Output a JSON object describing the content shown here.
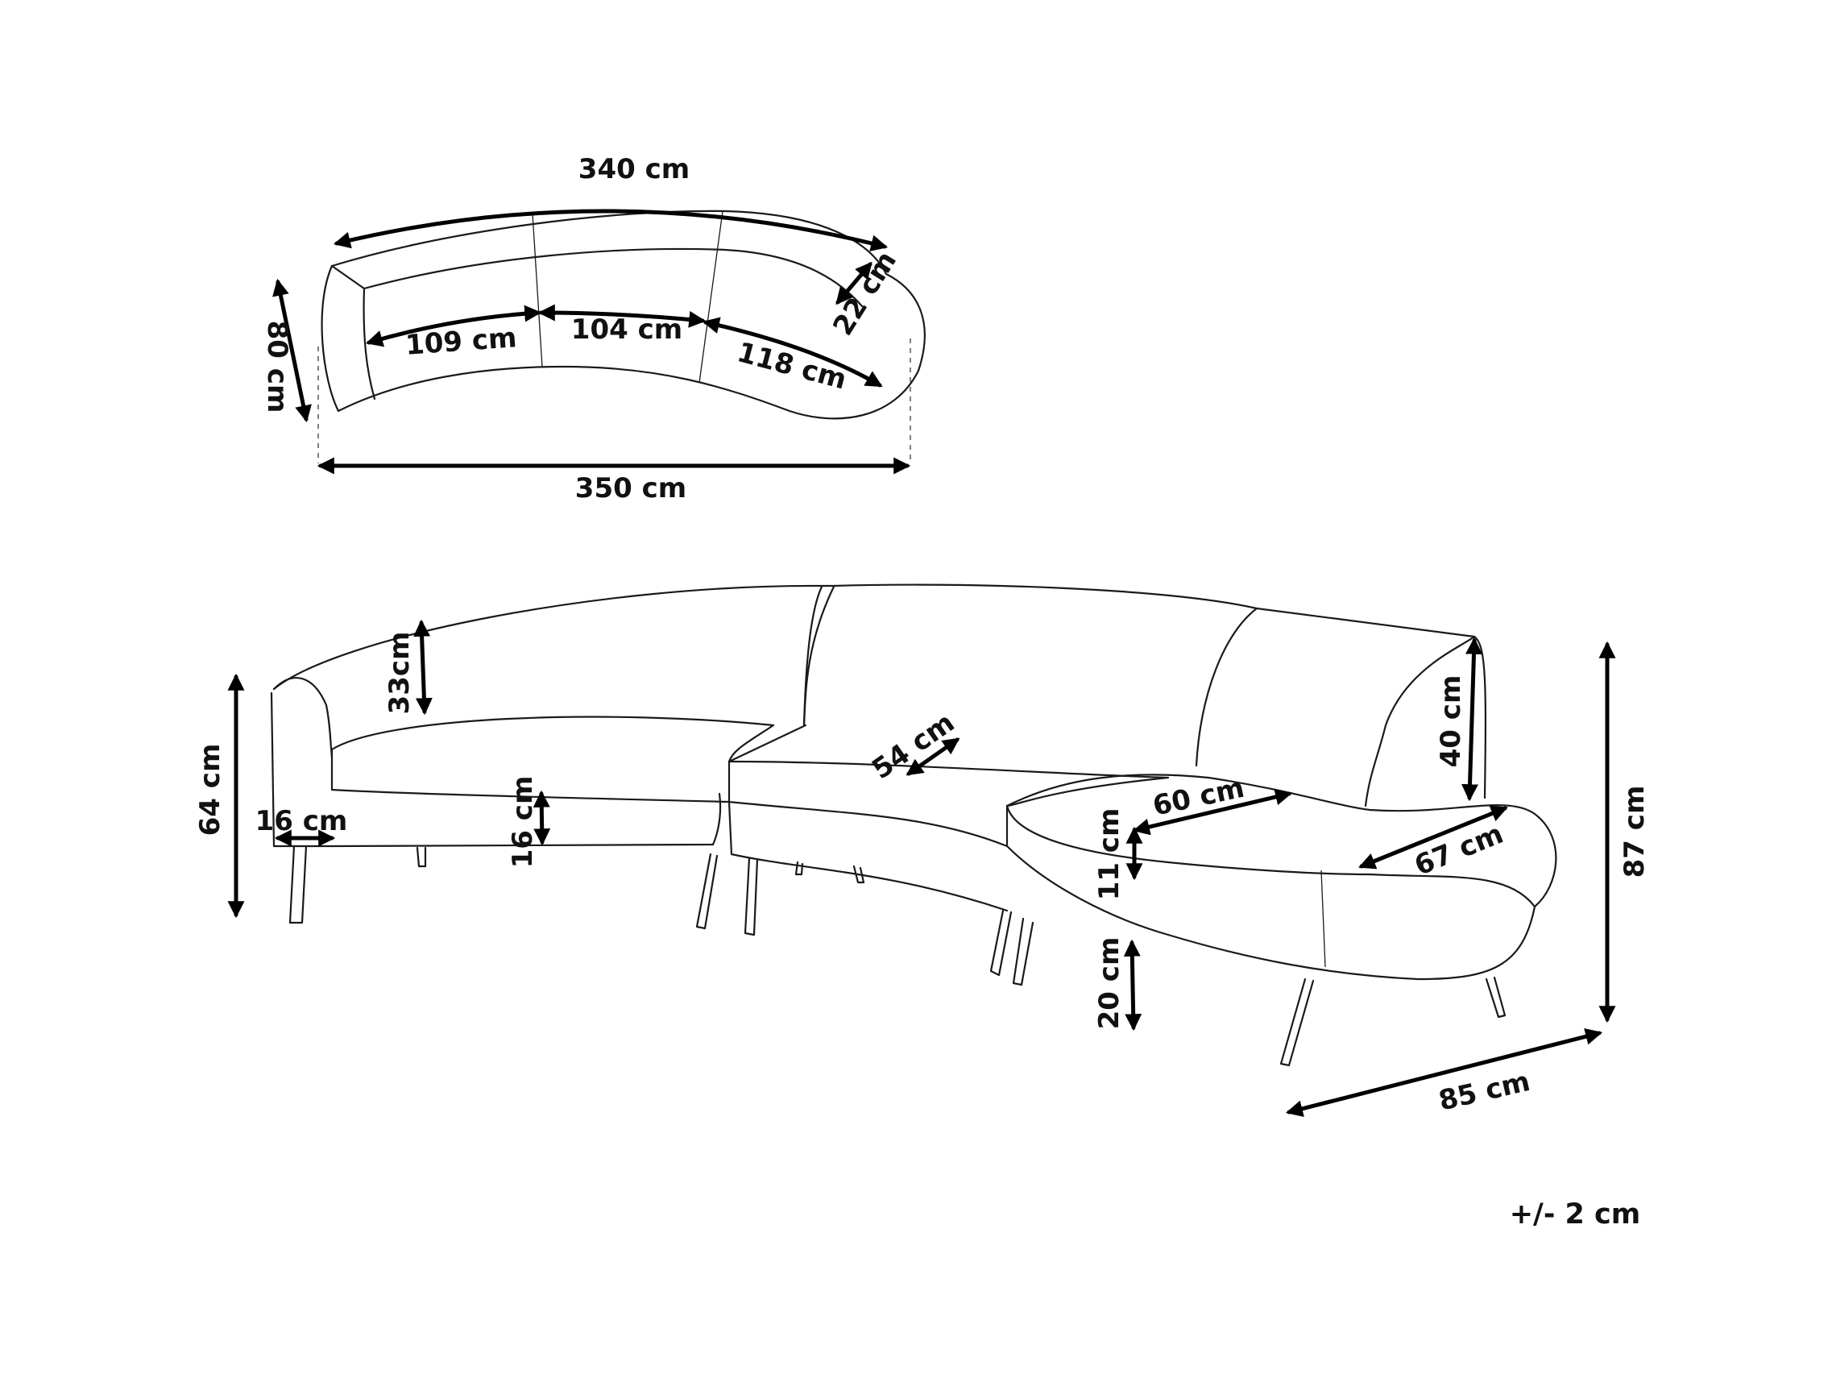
{
  "diagram": {
    "top_view": {
      "width_top": "340 cm",
      "width_bottom": "350 cm",
      "depth": "80 cm",
      "armrest_width": "22 cm",
      "seat_left": "109 cm",
      "seat_middle": "104 cm",
      "seat_right": "118 cm"
    },
    "side_view": {
      "back_height_left": "33cm",
      "arm_height": "64 cm",
      "arm_width": "16 cm",
      "seat_thickness": "16 cm",
      "seat_depth": "54 cm",
      "chaise_depth": "60 cm",
      "chaise_width": "67 cm",
      "back_height_right": "40 cm",
      "chaise_cushion": "11 cm",
      "leg_height": "20 cm",
      "total_height": "87 cm",
      "total_depth": "85 cm"
    },
    "tolerance": "+/- 2 cm"
  }
}
